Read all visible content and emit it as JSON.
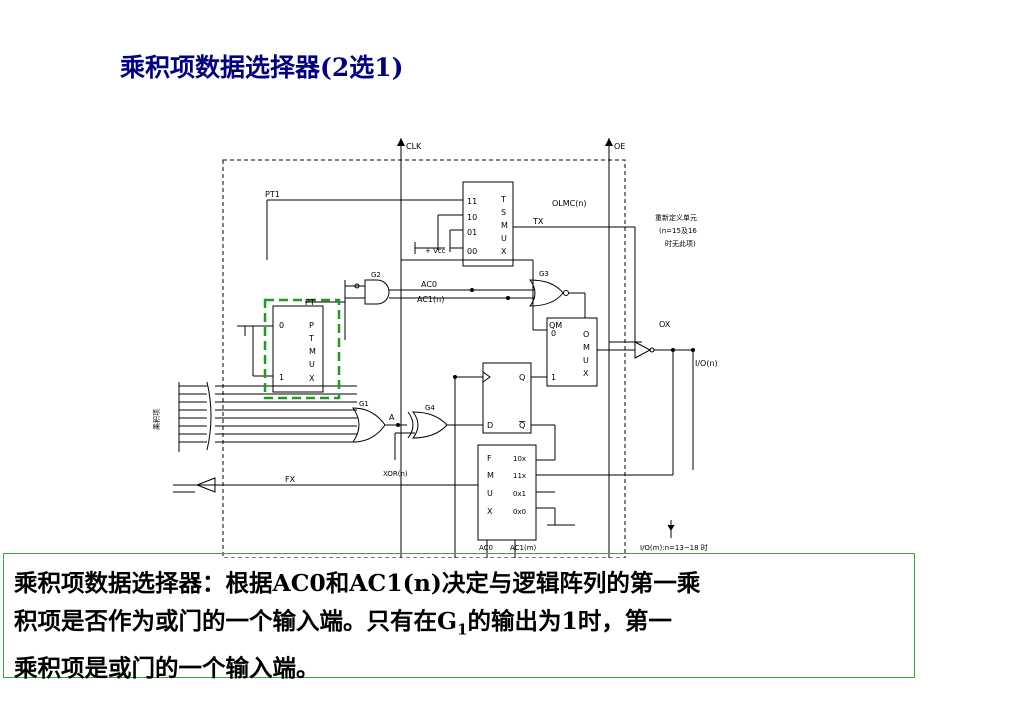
{
  "title": {
    "text": "乘积项数据选择器(2选1)"
  },
  "diagram": {
    "clk": "CLK",
    "oe": "OE",
    "pt1": "PT1",
    "tsmux": [
      "T",
      "S",
      "M",
      "U",
      "X"
    ],
    "tsmux_inputs": [
      "11",
      "10",
      "01",
      "00"
    ],
    "olmc": "OLMC(n)",
    "tx": "TX",
    "note_lines": [
      "重新定义单元",
      "(n=15及16",
      "时无此项)"
    ],
    "vcc": "+ Vcc",
    "g2": "G2",
    "g3": "G3",
    "g1": "G1",
    "g4": "G4",
    "ac0": "AC0",
    "ac1n": "AC1(n)",
    "pt": "PT",
    "ptmux": [
      "P",
      "T",
      "M",
      "U",
      "X"
    ],
    "ptmux_inputs": [
      "0",
      "1"
    ],
    "omux_title": "QM",
    "omux": [
      "O",
      "M",
      "U",
      "X"
    ],
    "omux_inputs": [
      "0",
      "1"
    ],
    "ox": "OX",
    "io_n": "I/O(n)",
    "q": "Q",
    "d": "D",
    "qbar": "Q",
    "a": "A",
    "vertical_label": "乘积项",
    "xor_label": "XOR(n)",
    "fx": "FX",
    "fmux": [
      "F",
      "M",
      "U",
      "X"
    ],
    "fmux_inputs": [
      "10x",
      "11x",
      "0x1",
      "0x0"
    ],
    "bottom_ac0": "AC0",
    "bottom_ac1": "AC1(m)",
    "bottom_io": "I/O(m):n=13~18 时"
  },
  "note": {
    "line1": "乘积项数据选择器：根据AC0和AC1(n)决定与逻辑阵列的第一乘",
    "line2_a": "积项是否作为或门的一个输入端。只有在G",
    "line2_sub": "1",
    "line2_b": "的输出为1时，第一",
    "line3": "乘积项是或门的一个输入端。"
  },
  "colors": {
    "title": "#000080",
    "note_border": "#33aa33",
    "highlight": "#229922"
  }
}
